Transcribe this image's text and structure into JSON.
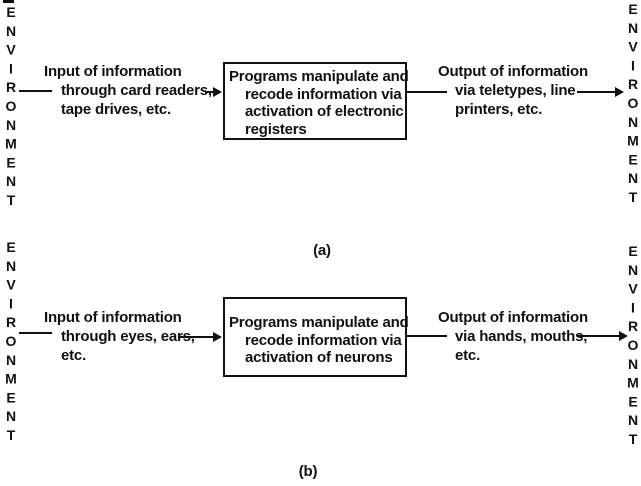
{
  "figure": {
    "colors": {
      "ink": "#111111",
      "paper": "#ffffff"
    },
    "panel_a": {
      "label": "(a)",
      "env_left": "ENVIRONMENT",
      "env_right": "ENVIRONMENT",
      "input_lines": [
        "Input of information",
        "through card readers,",
        "tape drives, etc."
      ],
      "process_lines": [
        "Programs manipulate and",
        "recode information via",
        "activation of electronic",
        "registers"
      ],
      "output_lines": [
        "Output of information",
        "via teletypes, line",
        "printers, etc."
      ]
    },
    "panel_b": {
      "label": "(b)",
      "env_left": "ENVIRONMENT",
      "env_right": "ENVIRONMENT",
      "input_lines": [
        "Input of information",
        "through eyes, ears,",
        "etc."
      ],
      "process_lines": [
        "Programs manipulate and",
        "recode information via",
        "activation of neurons"
      ],
      "output_lines": [
        "Output of information",
        "via hands, mouths,",
        "etc."
      ]
    }
  }
}
